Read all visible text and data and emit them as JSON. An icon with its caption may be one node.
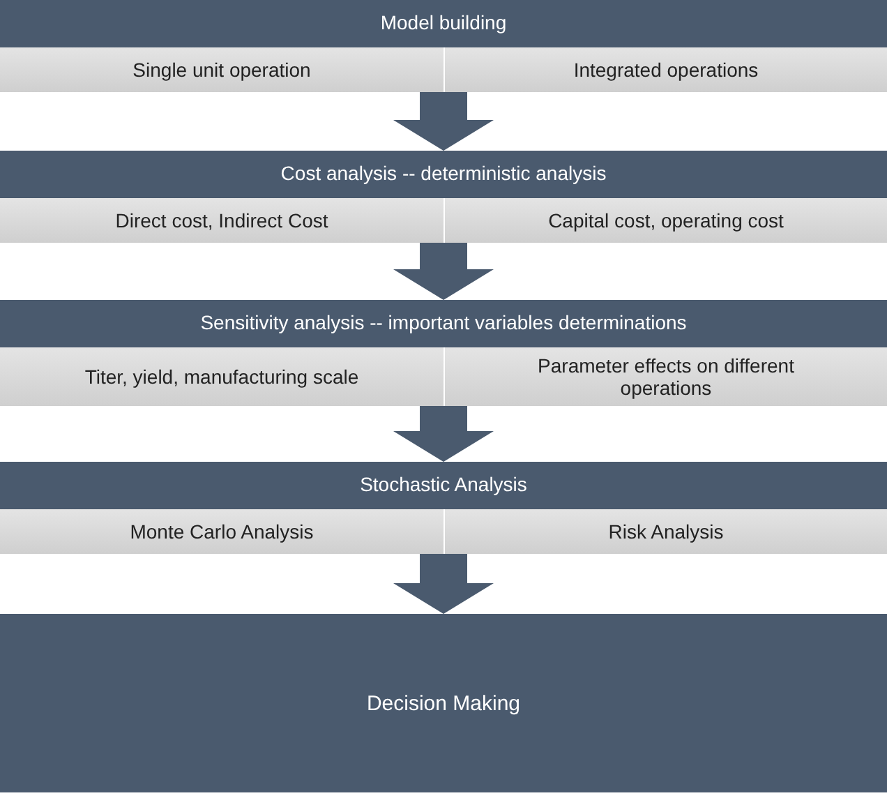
{
  "diagram": {
    "nodes": [
      {
        "text": [
          "Model building"
        ]
      },
      {
        "text": [
          "Single unit operation"
        ],
        "in": 0
      },
      {
        "text": [
          "Integrated operations"
        ],
        "in": 0
      },
      {
        "text": [
          "Cost analysis -- deterministic analysis"
        ]
      },
      {
        "text": [
          "Direct cost, Indirect Cost"
        ],
        "in": 3
      },
      {
        "text": [
          "Capital cost, operating cost"
        ],
        "in": 3
      },
      {
        "text": [
          "Sensitivity analysis -- important variables determinations"
        ]
      },
      {
        "text": [
          "Titer, yield, manufacturing scale"
        ],
        "in": 6
      },
      {
        "text": [
          "Parameter effects on different operations"
        ],
        "in": 6
      },
      {
        "text": [
          "Stochastic Analysis"
        ]
      },
      {
        "text": [
          "Monte Carlo Analysis"
        ],
        "in": 9
      },
      {
        "text": [
          "Risk Analysis"
        ],
        "in": 9
      },
      {
        "text": [
          "Decision Making"
        ]
      }
    ],
    "edges": [
      {
        "from": 0,
        "to": 3,
        "arrow": "to"
      },
      {
        "from": 3,
        "to": 6,
        "arrow": "to"
      },
      {
        "from": 6,
        "to": 9,
        "arrow": "to"
      },
      {
        "from": 9,
        "to": 12,
        "arrow": "to"
      }
    ]
  }
}
